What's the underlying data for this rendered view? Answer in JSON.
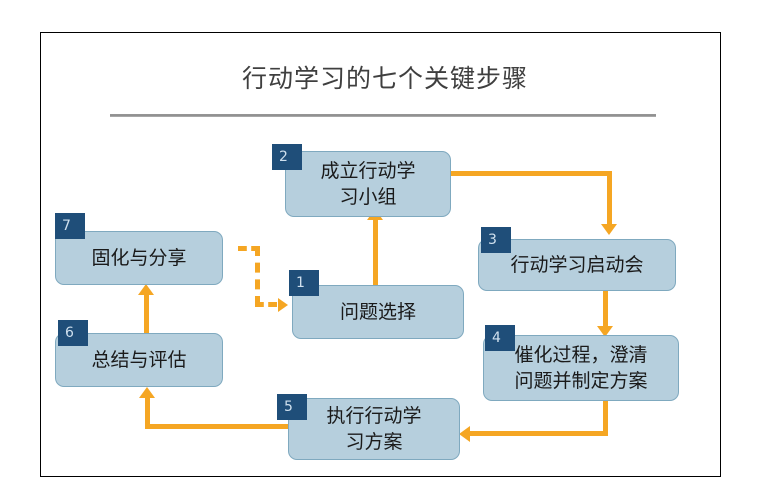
{
  "slide": {
    "title": "行动学习的七个关键步骤",
    "background_color": "#ffffff",
    "frame_border_color": "#000000",
    "rule_color": "#8c8c8c",
    "node_fill": "#b6cfdd",
    "node_border": "#7fa9bf",
    "badge_fill": "#1f4e79",
    "connector_color": "#f5a623"
  },
  "nodes": [
    {
      "number": "1",
      "label": "问题选择"
    },
    {
      "number": "2",
      "label": "成立行动学\n习小组"
    },
    {
      "number": "3",
      "label": "行动学习启动会"
    },
    {
      "number": "4",
      "label": "催化过程，澄清\n问题并制定方案"
    },
    {
      "number": "5",
      "label": "执行行动学\n习方案"
    },
    {
      "number": "6",
      "label": "总结与评估"
    },
    {
      "number": "7",
      "label": "固化与分享"
    }
  ],
  "connectors": [
    {
      "from": "1",
      "to": "2",
      "style": "solid",
      "direction": "up"
    },
    {
      "from": "2",
      "to": "3",
      "style": "solid",
      "direction": "right-down"
    },
    {
      "from": "3",
      "to": "4",
      "style": "solid",
      "direction": "down"
    },
    {
      "from": "4",
      "to": "5",
      "style": "solid",
      "direction": "down-left"
    },
    {
      "from": "5",
      "to": "6",
      "style": "solid",
      "direction": "left-up"
    },
    {
      "from": "6",
      "to": "7",
      "style": "solid",
      "direction": "up"
    },
    {
      "from": "7",
      "to": "1",
      "style": "dashed",
      "direction": "right-down-right"
    }
  ]
}
